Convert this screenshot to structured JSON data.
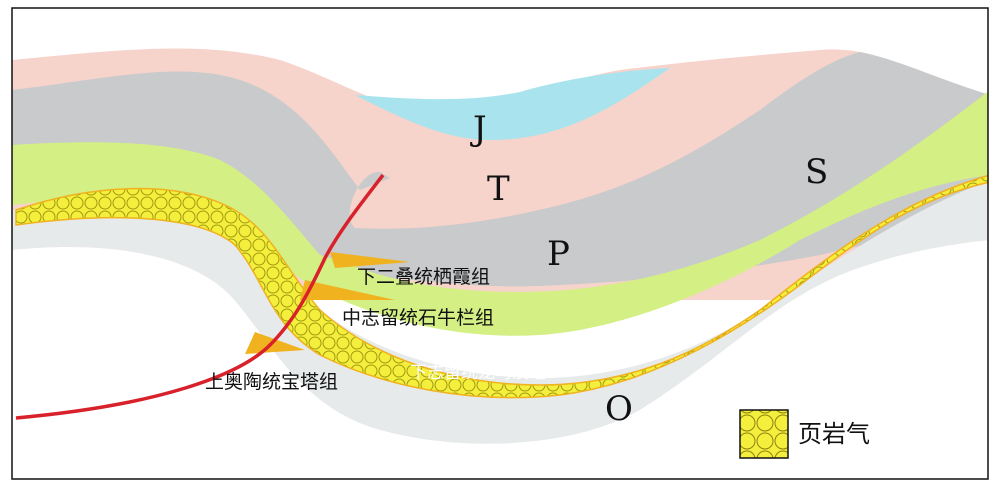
{
  "strata_labels": {
    "J": "J",
    "T": "T",
    "P": "P",
    "S": "S",
    "O": "O"
  },
  "formations": {
    "qixia": "下二叠统栖霞组",
    "shiniulan": "中志留统石牛栏组",
    "longmaxi": "下志留统龙马溪组",
    "baota": "上奥陶统宝塔组"
  },
  "legend": {
    "label": "页岩气"
  },
  "colors": {
    "J": "#a9e4ee",
    "T": "#f6d3cb",
    "P": "#c8cacb",
    "S": "#d4ef84",
    "shale": "#f4ee3c",
    "O": "#e7eaeb",
    "fault": "#d8212a",
    "wedge": "#f0b21e"
  }
}
